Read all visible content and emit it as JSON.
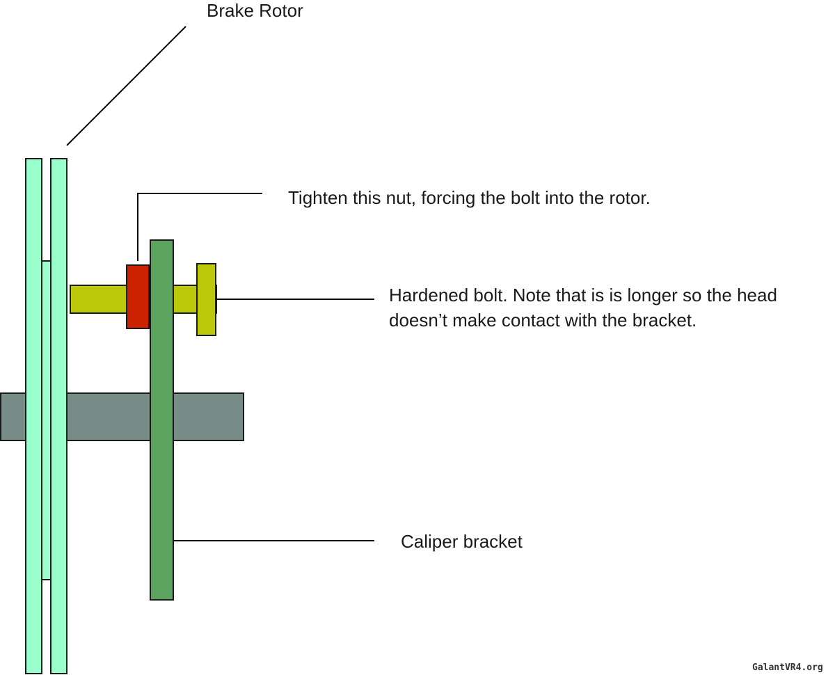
{
  "labels": {
    "brake_rotor": "Brake Rotor",
    "tighten_nut": "Tighten this nut, forcing the bolt into the rotor.",
    "hardened_bolt_line1": "Hardened bolt. Note that is is longer so the head",
    "hardened_bolt_line2": "doesn’t make contact with the bracket.",
    "caliper_bracket": "Caliper bracket"
  },
  "watermark": "GalantVR4.org",
  "colors": {
    "rotor": "#99ffcc",
    "hub": "#778c87",
    "caliper_bracket": "#5ba35e",
    "bolt": "#bcc80a",
    "nut": "#cc2200",
    "outline": "#1a1a1a",
    "background": "#ffffff"
  }
}
